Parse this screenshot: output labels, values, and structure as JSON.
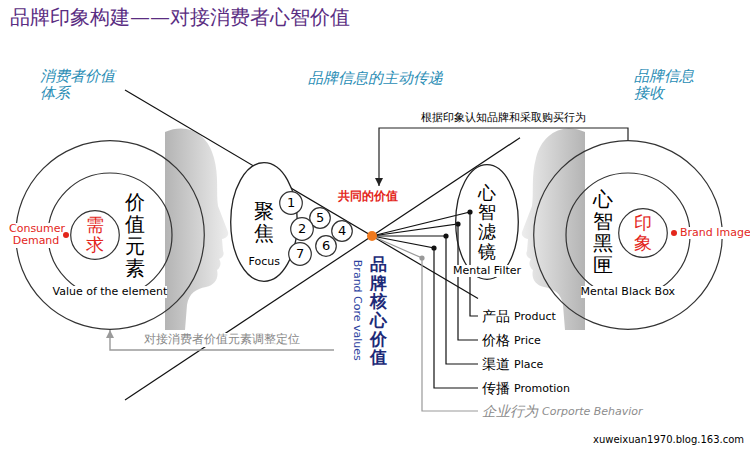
{
  "diagram": {
    "title": "品牌印象构建——对接消费者心智价值",
    "nodes": [
      {
        "text": [
          "价值元素",
          "Value of the element"
        ]
      },
      {
        "text": [
          "需求",
          "Consumer Demand"
        ],
        "in": 0
      },
      {
        "text": [
          "聚焦",
          "Focus"
        ]
      },
      {
        "text": [
          "1"
        ]
      },
      {
        "text": [
          "5"
        ]
      },
      {
        "text": [
          "2"
        ]
      },
      {
        "text": [
          "4"
        ]
      },
      {
        "text": [
          "6"
        ]
      },
      {
        "text": [
          "7"
        ]
      },
      {
        "text": [
          "共同的价值",
          "品牌核心价值",
          "Brand Core values"
        ]
      },
      {
        "text": [
          "心智滤镜",
          "Mental Filter"
        ]
      },
      {
        "text": [
          "心智黑匣",
          "Mental Black Box"
        ]
      },
      {
        "text": [
          "印象",
          "Brand Image"
        ],
        "in": 11
      }
    ],
    "edges": [
      {
        "from": 11,
        "to": 9,
        "arrow": "to",
        "label": "根据印象认知品牌和采取购买行为"
      },
      {
        "from": 9,
        "to": 0,
        "arrow": "to",
        "label": "对接消费者价值元素调整定位"
      }
    ],
    "labels": [
      "消费者价值体系",
      "品牌信息的主动传递",
      "品牌信息接收",
      "产品",
      "Product",
      "价格",
      "Price",
      "渠道",
      "Place",
      "传播",
      "Promotion",
      "企业行为",
      "Corporte Behavior",
      "xuweixuan1970.blog.163.com"
    ]
  }
}
